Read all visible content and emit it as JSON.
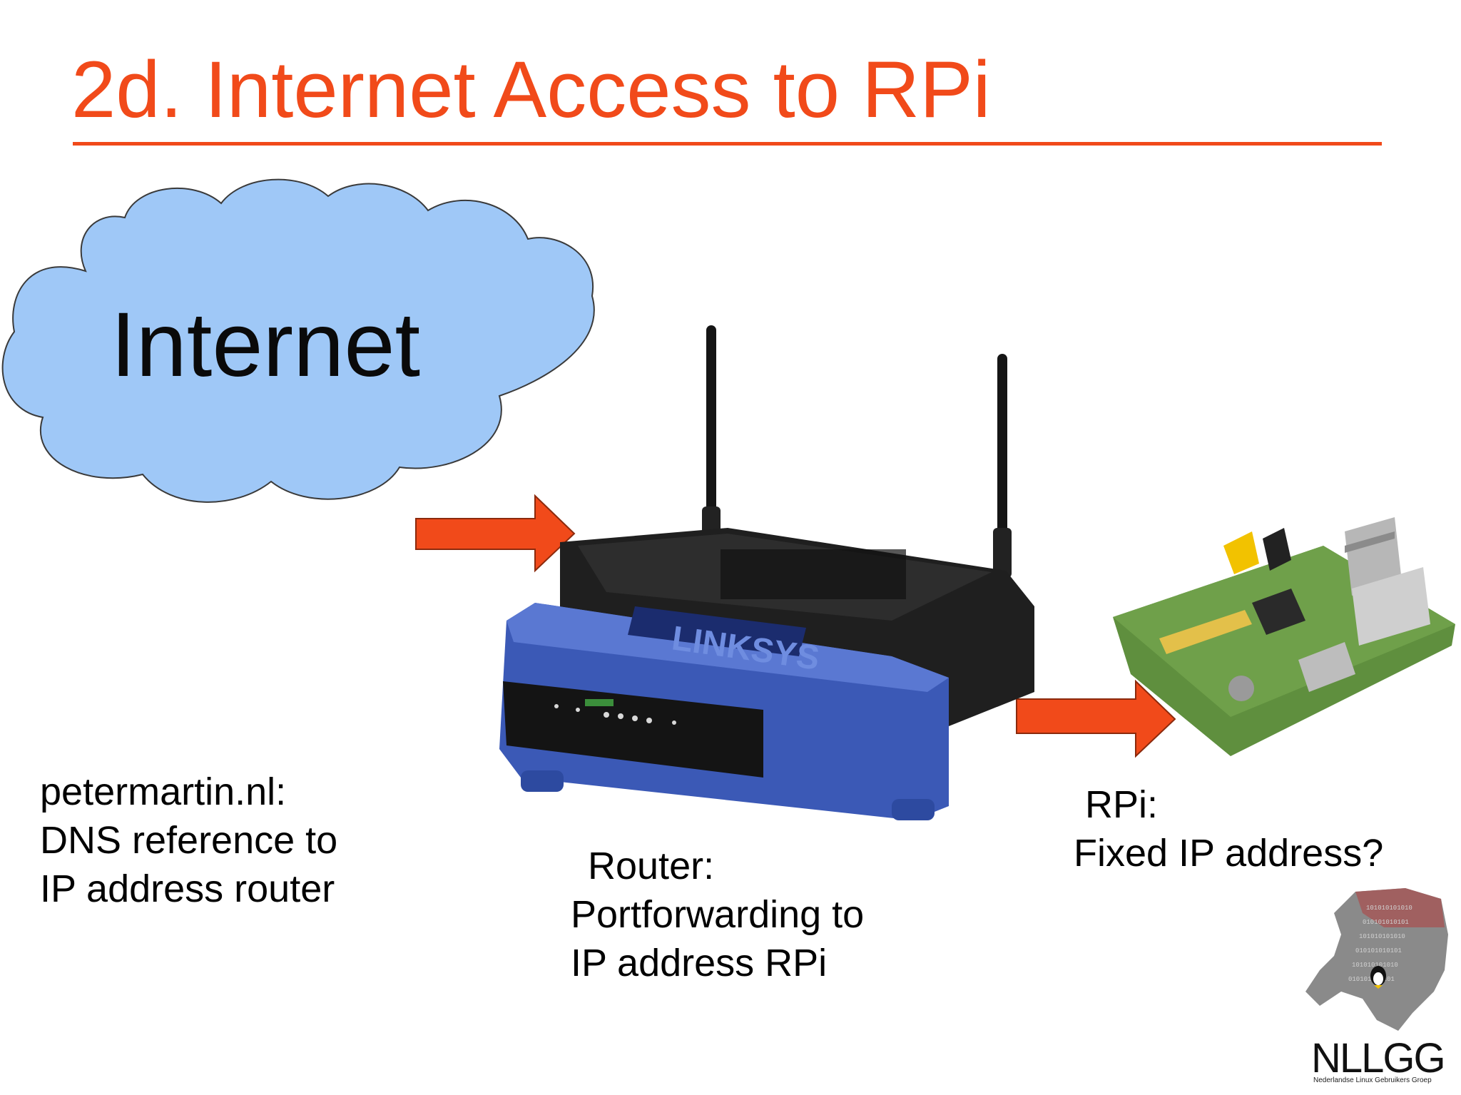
{
  "slide": {
    "title": "2d. Internet Access to RPi"
  },
  "colors": {
    "accent": "#f14a1a",
    "cloud_fill": "#9fc8f7",
    "cloud_stroke": "#3a3a3a",
    "router_blue": "#3b59b6",
    "router_black": "#1f1f1f",
    "pcb_green": "#5f8f3e"
  },
  "cloud": {
    "label": "Internet"
  },
  "router": {
    "brand": "LINKSYS",
    "caption_lines": [
      "Router:",
      "Portforwarding to",
      "IP address RPi"
    ]
  },
  "dns": {
    "caption_lines": [
      " petermartin.nl:",
      "DNS reference to",
      "IP address router"
    ]
  },
  "rpi": {
    "caption_lines": [
      " RPi:",
      "Fixed IP address?"
    ]
  },
  "logo": {
    "name": "NLLGG",
    "subtitle": "Nederlandse Linux Gebruikers Groep"
  },
  "icons": [
    "arrow-right-icon",
    "cloud-icon",
    "router-image",
    "raspberry-pi-image",
    "nllgg-logo"
  ]
}
